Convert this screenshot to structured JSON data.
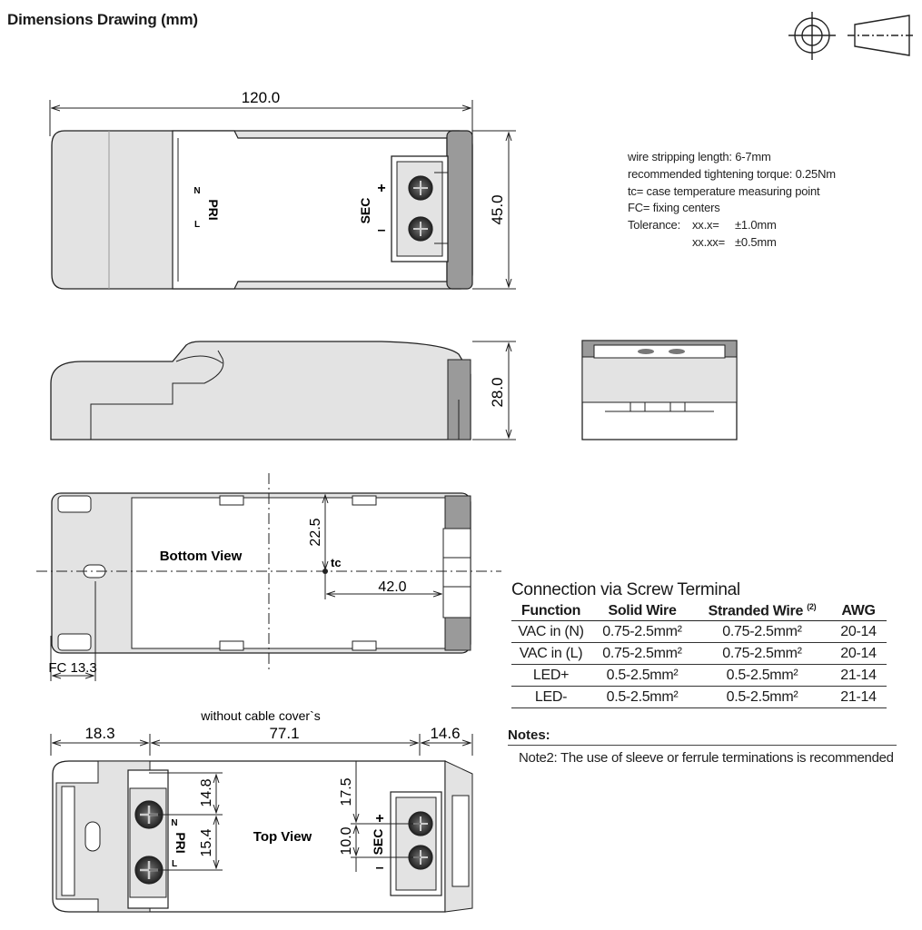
{
  "title": "Dimensions Drawing (mm)",
  "spec_notes": {
    "wire_stripping": "wire stripping length: 6-7mm",
    "torque": "recommended tightening torque: 0.25Nm",
    "tc": "tc= case temperature measuring point",
    "fc": "FC= fixing centers",
    "tolerance_label": "Tolerance:",
    "tol1_format": "xx.x=",
    "tol1_value": "±1.0mm",
    "tol2_format": "xx.xx=",
    "tol2_value": "±0.5mm"
  },
  "top_outline": {
    "length": "120.0",
    "width": "45.0",
    "pri_label": "PRI",
    "n_label": "N",
    "l_label": "L",
    "sec_label": "SEC",
    "plus": "+",
    "minus": "–"
  },
  "side_view": {
    "height": "28.0"
  },
  "bottom_view": {
    "label": "Bottom View",
    "tc_label": "tc",
    "dim_22_5": "22.5",
    "dim_42_0": "42.0",
    "fc": "FC 13.3"
  },
  "top_view": {
    "caption": "without cable cover`s",
    "dim_18_3": "18.3",
    "dim_77_1": "77.1",
    "dim_14_6": "14.6",
    "dim_14_8": "14.8",
    "dim_15_4": "15.4",
    "dim_17_5": "17.5",
    "dim_10_0": "10.0",
    "label": "Top View",
    "pri_label": "PRI",
    "n_label": "N",
    "l_label": "L",
    "sec_label": "SEC",
    "plus": "+",
    "minus": "–"
  },
  "connection": {
    "title": "Connection via Screw Terminal",
    "headers": [
      "Function",
      "Solid Wire",
      "Stranded Wire",
      "AWG"
    ],
    "stranded_sup": "(2)",
    "rows": [
      [
        "VAC in (N)",
        "0.75-2.5mm²",
        "0.75-2.5mm²",
        "20-14"
      ],
      [
        "VAC in (L)",
        "0.75-2.5mm²",
        "0.75-2.5mm²",
        "20-14"
      ],
      [
        "LED+",
        "0.5-2.5mm²",
        "0.5-2.5mm²",
        "21-14"
      ],
      [
        "LED-",
        "0.5-2.5mm²",
        "0.5-2.5mm²",
        "21-14"
      ]
    ]
  },
  "notes": {
    "title": "Notes:",
    "note2": "Note2:  The use of sleeve or ferrule terminations is recommended"
  },
  "icons": [
    "third-angle-projection-circle-icon",
    "third-angle-projection-cone-icon"
  ],
  "colors": {
    "body_gray": "#e3e3e3",
    "terminal_gray": "#9a9a9a",
    "line": "#222222"
  }
}
